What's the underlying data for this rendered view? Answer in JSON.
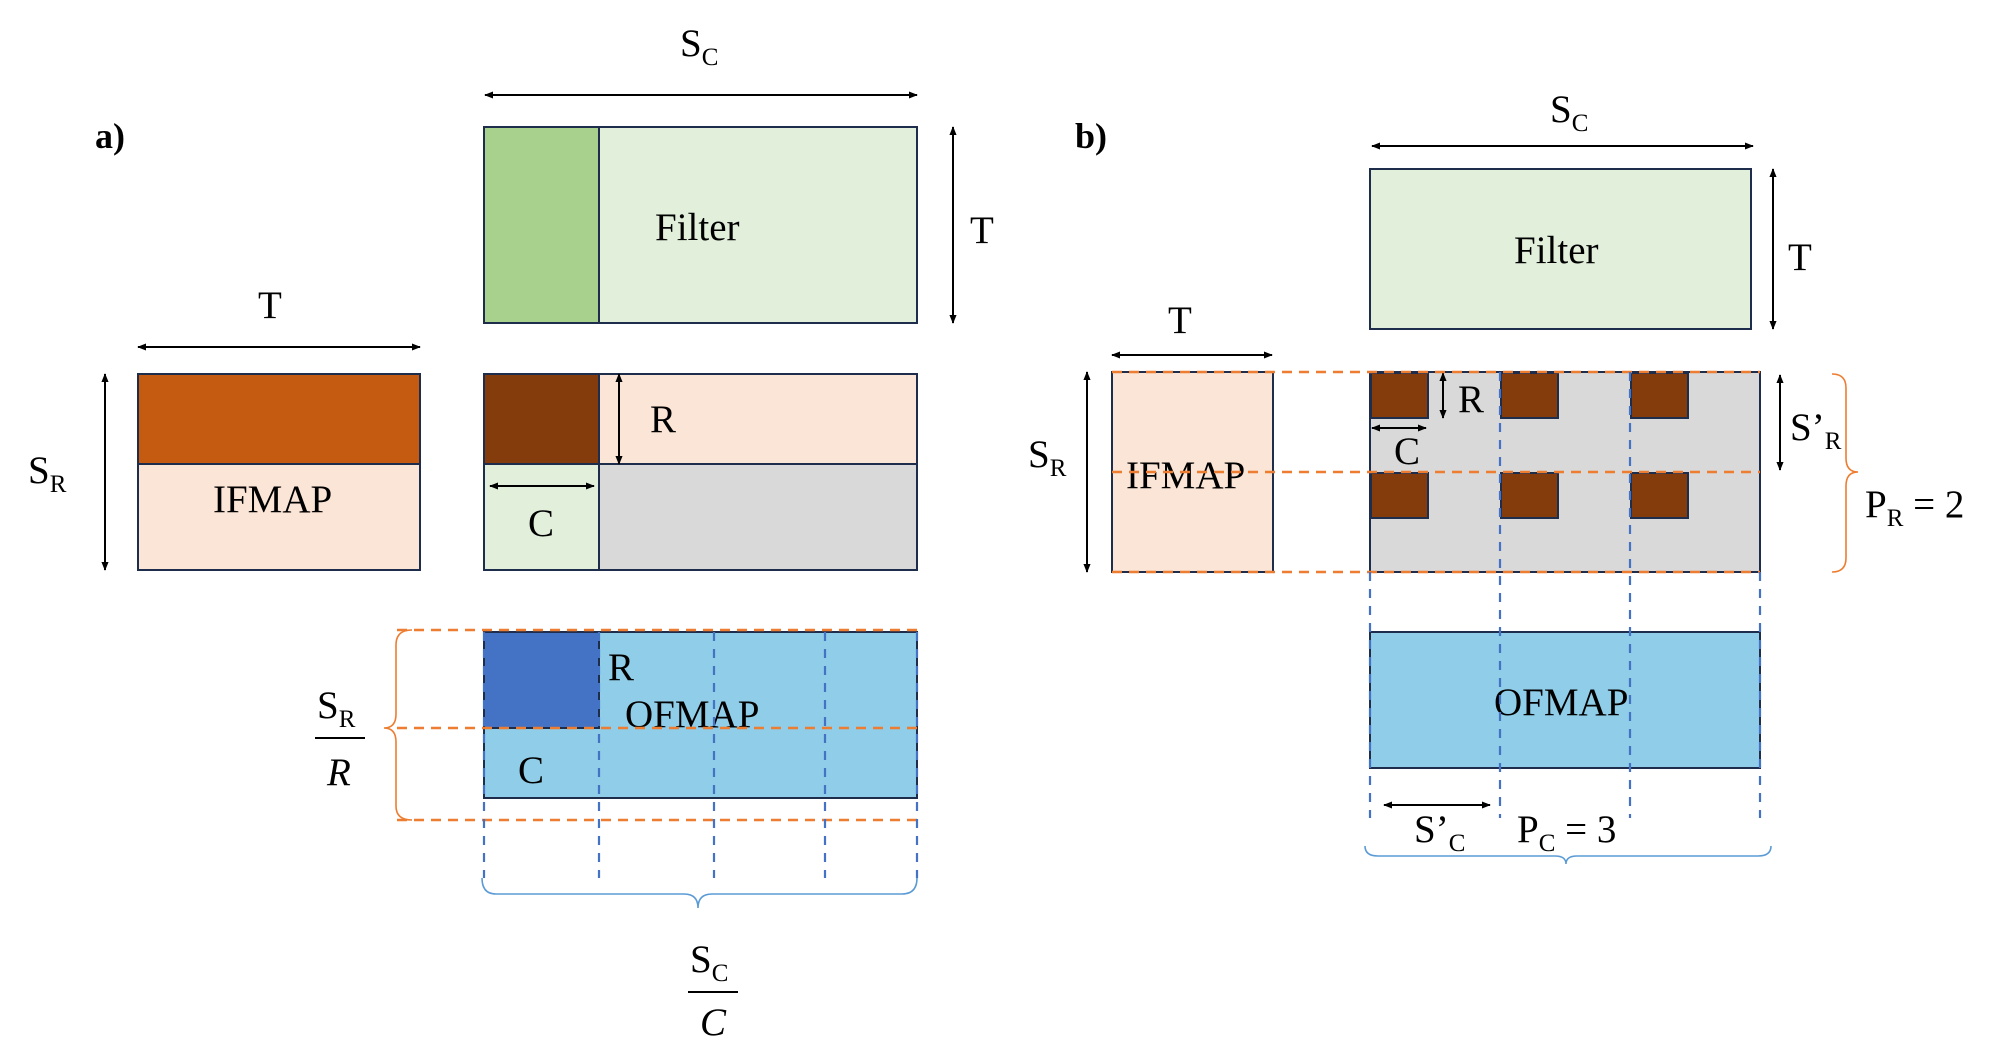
{
  "panel_a": {
    "label": "a)",
    "top_dim": "S",
    "top_dim_sub": "C",
    "filter_label": "Filter",
    "filter_height_label": "T",
    "ifmap_width_label": "T",
    "ifmap_label": "IFMAP",
    "ifmap_height_label": "S",
    "ifmap_height_sub": "R",
    "tile_rows_label": "R",
    "tile_cols_label": "C",
    "ofmap_label": "OFMAP",
    "ofmap_r_label": "R",
    "ofmap_c_label": "C",
    "row_frac_num": "S",
    "row_frac_num_sub": "R",
    "row_frac_den": "R",
    "col_frac_num": "S",
    "col_frac_num_sub": "C",
    "col_frac_den": "C"
  },
  "panel_b": {
    "label": "b)",
    "top_dim": "S",
    "top_dim_sub": "C",
    "filter_label": "Filter",
    "filter_height_label": "T",
    "ifmap_width_label": "T",
    "ifmap_label": "IFMAP",
    "ifmap_height_label": "S",
    "ifmap_height_sub": "R",
    "tile_rows_label": "R",
    "tile_cols_label": "C",
    "sr_prime_label": "S’",
    "sr_prime_sub": "R",
    "pr_label": "P",
    "pr_sub": "R",
    "pr_value": " = 2",
    "ofmap_label": "OFMAP",
    "sc_prime_label": "S’",
    "sc_prime_sub": "C",
    "pc_label": "P",
    "pc_sub": "C",
    "pc_value": " = 3"
  },
  "colors": {
    "filter_light": "#e2efda",
    "filter_dark": "#a9d18e",
    "ifmap_light": "#fbe5d6",
    "ifmap_dark": "#c55a11",
    "tile_brown": "#843c0c",
    "grey": "#d9d9d9",
    "ofmap_light": "#8fcde8",
    "ofmap_dark": "#4472c4",
    "orange_dash": "#ed7d31",
    "blue_dash": "#4472c4"
  }
}
